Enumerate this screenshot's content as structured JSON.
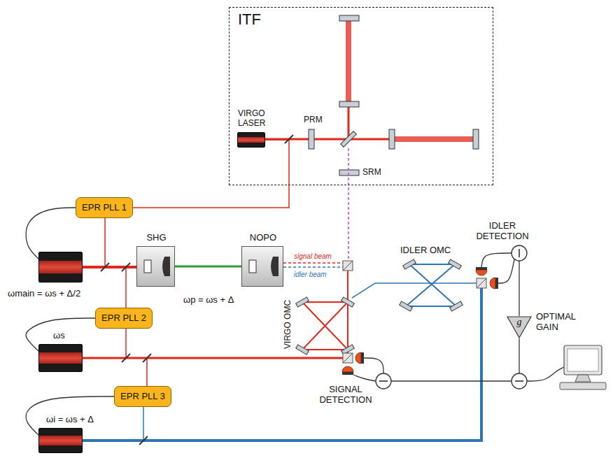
{
  "diagram": {
    "nodes": [
      {
        "text": [
          "ITF"
        ]
      },
      {
        "text": [
          "VIRGO LASER"
        ],
        "in": 0
      },
      {
        "text": [
          "EPR PLL 1"
        ]
      },
      {
        "text": [
          "SHG"
        ]
      },
      {
        "text": [
          "NOPO"
        ]
      },
      {
        "text": [
          "ωmain = ωs + Δ/2"
        ]
      },
      {
        "text": [
          "EPR PLL 2"
        ]
      },
      {
        "text": [
          "ωs"
        ]
      },
      {
        "text": [
          "EPR PLL 3"
        ]
      },
      {
        "text": [
          "ωi = ωs + Δ"
        ]
      },
      {
        "text": [
          "g"
        ]
      }
    ],
    "edges": [
      {
        "from": 2,
        "to": 5,
        "arrow": "none"
      },
      {
        "from": 5,
        "to": 3,
        "arrow": "none"
      },
      {
        "from": 3,
        "to": 4,
        "arrow": "none"
      },
      {
        "from": 6,
        "to": 7,
        "arrow": "none"
      },
      {
        "from": 8,
        "to": 9,
        "arrow": "none"
      },
      {
        "from": 1,
        "to": 2,
        "arrow": "none"
      }
    ],
    "labels": [
      "PRM",
      "SRM",
      "signal beam",
      "idler beam",
      "ωp = ωs + Δ",
      "VIRGO OMC",
      "IDLER OMC",
      "IDLER DETECTION",
      "SIGNAL DETECTION",
      "OPTIMAL GAIN"
    ]
  }
}
